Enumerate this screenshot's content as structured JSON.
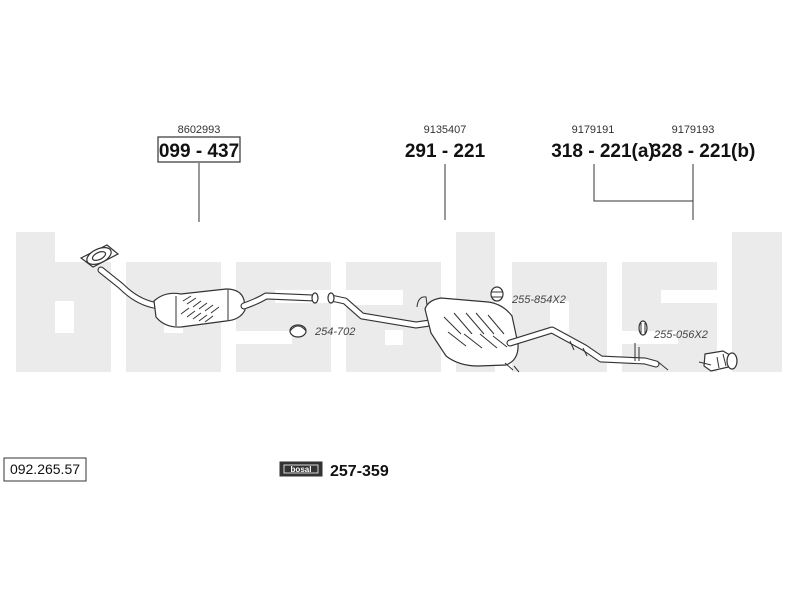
{
  "diagram": {
    "watermark_logo": "bosal",
    "parts": [
      {
        "ref": "8602993",
        "code": "099 - 437",
        "part": "catalytic-converter",
        "boxed": true
      },
      {
        "ref": "9135407",
        "code": "291 - 221",
        "part": "middle-pipe",
        "boxed": false
      },
      {
        "ref": "9179191",
        "code": "318 - 221(a)",
        "part": "rear-silencer-a",
        "boxed": false
      },
      {
        "ref": "9179193",
        "code": "328 - 221(b)",
        "part": "rear-silencer-b",
        "boxed": false
      }
    ],
    "clamps": [
      {
        "code": "254-702"
      },
      {
        "code": "255-854X2"
      },
      {
        "code": "255-056X2"
      }
    ],
    "kit": {
      "logo": "bosal",
      "code": "257-359"
    },
    "reference_code": "092.265.57",
    "colors": {
      "line": "#333333",
      "watermark": "#ebebeb",
      "text": "#111111"
    }
  }
}
